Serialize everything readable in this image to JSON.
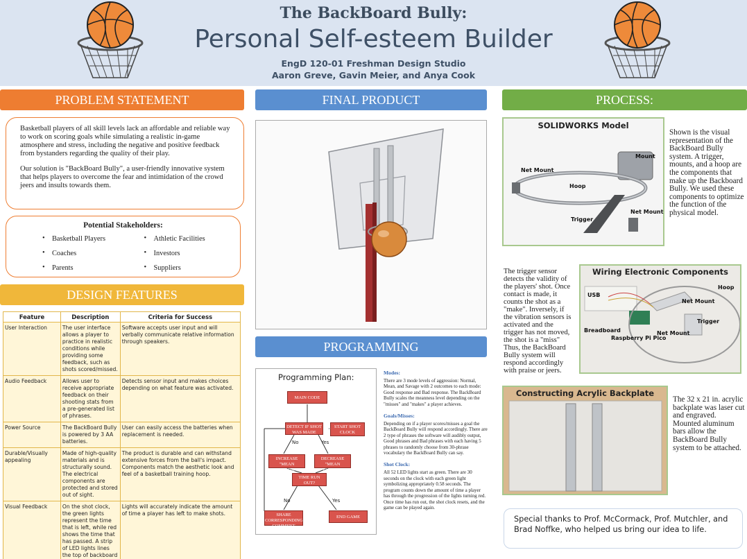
{
  "header": {
    "title": "The BackBoard Bully:",
    "subtitle": "Personal Self-esteem Builder",
    "course": "EngD 120-01 Freshman Design Studio",
    "authors": "Aaron Greve, Gavin Meier, and Anya Cook"
  },
  "problem": {
    "heading": "PROBLEM STATEMENT",
    "p1": "Basketball players of all skill levels lack an affordable and reliable way to work on scoring goals while simulating a realistic in-game atmosphere and stress, including the negative and positive feedback from bystanders regarding the quality of their play.",
    "p2": "Our solution is \"BackBoard Bully\", a user-friendly innovative system that helps players to overcome the fear and intimidation of the crowd jeers and insults towards them."
  },
  "stakeholders": {
    "title": "Potential  Stakeholders:",
    "left": [
      "Basketball Players",
      "Coaches",
      "Parents"
    ],
    "right": [
      "Athletic Facilities",
      "Investors",
      "Suppliers"
    ]
  },
  "design": {
    "heading": "DESIGN FEATURES",
    "columns": [
      "Feature",
      "Description",
      "Criteria for Success"
    ],
    "rows": [
      {
        "feature": "User Interaction",
        "description": "The user interface allows a player to practice in realistic conditions while providing some feedback, such as shots scored/missed.",
        "criteria": "Software accepts user input and will verbally communicate relative information through speakers."
      },
      {
        "feature": "Audio Feedback",
        "description": "Allows user to receive appropriate feedback on their shooting stats from a pre-generated list of phrases.",
        "criteria": "Detects sensor input and makes choices depending  on what feature was activated."
      },
      {
        "feature": "Power Source",
        "description": "The BackBoard Bully is powered by 3 AA batteries.",
        "criteria": "User can easily access the batteries when replacement is needed."
      },
      {
        "feature": "Durable/Visually appealing",
        "description": "Made of high-quality materials and is structurally sound. The electrical components are protected and stored out of sight.",
        "criteria": "The product is durable and can withstand extensive forces from the ball's impact. Components match the aesthetic look and feel of a basketball training hoop."
      },
      {
        "feature": "Visual Feedback",
        "description": "On the shot clock, the green lights represent the time that is left, while red shows the time that has passed. A strip of LED lights lines the top of backboard to display the shot clock.",
        "criteria": "Lights will accurately indicate the amount of time a player has left to make shots."
      }
    ]
  },
  "final": {
    "heading": "FINAL PRODUCT"
  },
  "programming": {
    "heading": "PROGRAMMING",
    "plan_title": "Programming Plan:",
    "nodes": {
      "main": "MAIN CODE",
      "detect": "DETECT IF SHOT WAS MADE",
      "start": "START SHOT CLOCK",
      "increase": "INCREASE \"MEAN FACTOR\"",
      "decrease": "DECREASE \"MEAN FACTOR\"",
      "time": "TIME RUN OUT?",
      "share": "SHARE CORRESPONDING COMMENT",
      "end": "END GAME"
    },
    "no1": "No",
    "yes1": "Yes",
    "no2": "No",
    "yes2": "Yes",
    "modes_h": "Modes:",
    "modes": "There are 3 mode levels of aggression: Normal, Mean, and Savage with 2 outcomes to each mode: Good response and Bad response.  The BackBoard Bully scales the meanness level depending on the \"misses\" and \"makes\" a player achieves.",
    "goals_h": "Goals/Misses:",
    "goals": "Depending on if a player scores/misses a goal the BackBoard Bully will respond accordingly.  There are 2 type of phrases the software will audibly output, Good phrases and Bad phrases with each having 5 phrases to randomly choose from 30-phrase vocabulary the BackBoard Bully can say.",
    "clock_h": "Shot Clock:",
    "clock": "All 52 LED lights start as green. There are 30 seconds on the clock with each green light symbolizing appropriately 0.58 seconds. The program counts down the amount of time a player has through the progression of the lights turning red. Once time has run out, the shot clock resets, and the game can be played again."
  },
  "process": {
    "heading": "PROCESS:",
    "sw_title": "SOLIDWORKS Model",
    "sw_labels": {
      "net1": "Net Mount",
      "mount": "Mount",
      "hoop": "Hoop",
      "net2": "Net Mount",
      "trigger": "Trigger"
    },
    "sw_text": "Shown is the visual representation of the BackBoard Bully system. A trigger, mounts, and a hoop are the  components that make up the Backboard Bully. We used these components to optimize the function of  the physical model.",
    "wiring_text": "The trigger sensor detects the validity of the players' shot. Once contact is made, it counts the shot as a \"make\". Inversely, if the vibration sensors is activated and the trigger has not moved, the shot is a \"miss\" Thus, the BackBoard Bully system will respond accordingly with praise or jeers.",
    "wiring_title": "Wiring Electronic Components",
    "wiring_labels": {
      "usb": "USB",
      "hoop": "Hoop",
      "netmount1": "Net Mount",
      "trigger": "Trigger",
      "breadboard": "Breadboard",
      "pico": "Raspberry Pi Pico",
      "netmount2": "Net Mount"
    },
    "acrylic_title": "Constructing Acrylic Backplate",
    "acrylic_text": "The 32 x 21 in. acrylic backplate was laser cut and engraved. Mounted aluminum  bars  allow the BackBoard Bully system to be attached.",
    "thanks": "Special thanks to Prof. McCormack, Prof. Mutchler, and Brad Noffke, who helped us bring our idea to life."
  }
}
